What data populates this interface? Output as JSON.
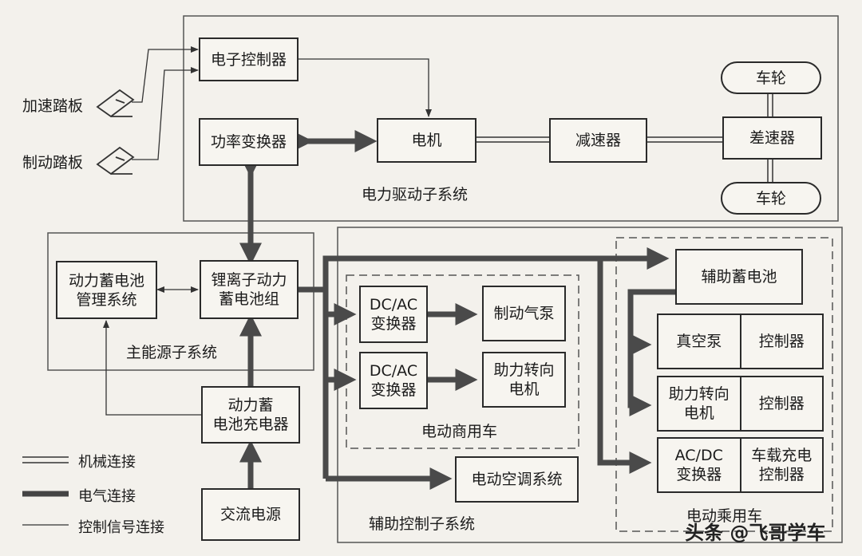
{
  "pedals": {
    "accelerator": "加速踏板",
    "brake": "制动踏板"
  },
  "drive": {
    "title": "电力驱动子系统",
    "controller": "电子控制器",
    "converter": "功率变换器",
    "motor": "电机",
    "reducer": "减速器",
    "differential": "差速器",
    "wheel_top": "车轮",
    "wheel_bottom": "车轮"
  },
  "energy": {
    "title": "主能源子系统",
    "bms": "动力蓄电池\n管理系统",
    "battery": "锂离子动力\n蓄电池组",
    "charger": "动力蓄\n电池充电器",
    "ac_source": "交流电源"
  },
  "aux": {
    "title": "辅助控制子系统",
    "commercial": {
      "title": "电动商用车",
      "dcac1": "DC/AC\n变换器",
      "brake_pump": "制动气泵",
      "dcac2": "DC/AC\n变换器",
      "steer_motor": "助力转向\n电机"
    },
    "aircon": "电动空调系统",
    "passenger": {
      "title": "电动乘用车",
      "aux_battery": "辅助蓄电池",
      "vacuum_pump": "真空泵",
      "controller1": "控制器",
      "steer_motor": "助力转向\n电机",
      "controller2": "控制器",
      "acdc": "AC/DC\n变换器",
      "onboard_charger": "车载充电\n控制器"
    }
  },
  "legend": {
    "mechanical": "机械连接",
    "electrical": "电气连接",
    "control": "控制信号连接"
  },
  "watermark": "头条 @飞哥学车"
}
